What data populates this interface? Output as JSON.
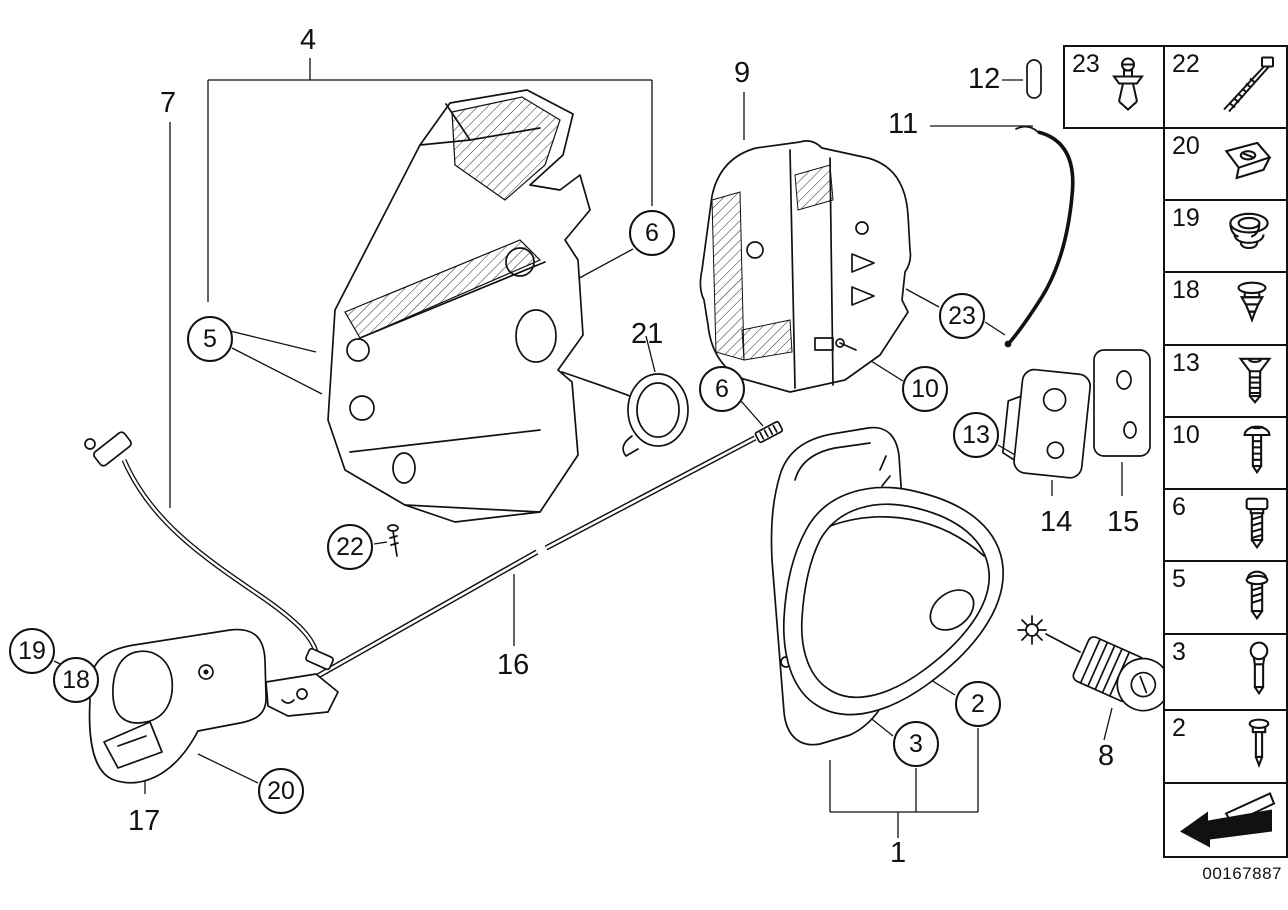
{
  "drawing_number": "00167887",
  "callouts": [
    {
      "label": "4",
      "kind": "plain"
    },
    {
      "label": "7",
      "kind": "plain"
    },
    {
      "label": "5",
      "kind": "circled"
    },
    {
      "label": "6",
      "kind": "circled"
    },
    {
      "label": "9",
      "kind": "plain"
    },
    {
      "label": "12",
      "kind": "plain"
    },
    {
      "label": "11",
      "kind": "plain"
    },
    {
      "label": "23",
      "kind": "circled"
    },
    {
      "label": "10",
      "kind": "circled"
    },
    {
      "label": "21",
      "kind": "plain"
    },
    {
      "label": "6",
      "kind": "circled"
    },
    {
      "label": "13",
      "kind": "circled"
    },
    {
      "label": "14",
      "kind": "plain"
    },
    {
      "label": "15",
      "kind": "plain"
    },
    {
      "label": "22",
      "kind": "circled"
    },
    {
      "label": "16",
      "kind": "plain"
    },
    {
      "label": "19",
      "kind": "circled"
    },
    {
      "label": "18",
      "kind": "circled"
    },
    {
      "label": "20",
      "kind": "circled"
    },
    {
      "label": "17",
      "kind": "plain"
    },
    {
      "label": "2",
      "kind": "circled"
    },
    {
      "label": "3",
      "kind": "circled"
    },
    {
      "label": "1",
      "kind": "plain"
    },
    {
      "label": "8",
      "kind": "plain"
    }
  ],
  "sidebar": {
    "items": [
      {
        "label": "23",
        "icon": "expanding-rivet-icon"
      },
      {
        "label": "22",
        "icon": "cable-tie-icon"
      },
      {
        "label": "20",
        "icon": "speed-nut-icon"
      },
      {
        "label": "19",
        "icon": "sealing-plug-icon"
      },
      {
        "label": "18",
        "icon": "push-rivet-icon"
      },
      {
        "label": "13",
        "icon": "countersunk-screw-icon"
      },
      {
        "label": "10",
        "icon": "pan-head-screw-icon"
      },
      {
        "label": "6",
        "icon": "fillister-screw-icon"
      },
      {
        "label": "5",
        "icon": "round-head-screw-icon"
      },
      {
        "label": "3",
        "icon": "ball-pin-icon"
      },
      {
        "label": "2",
        "icon": "blind-rivet-icon"
      }
    ]
  }
}
